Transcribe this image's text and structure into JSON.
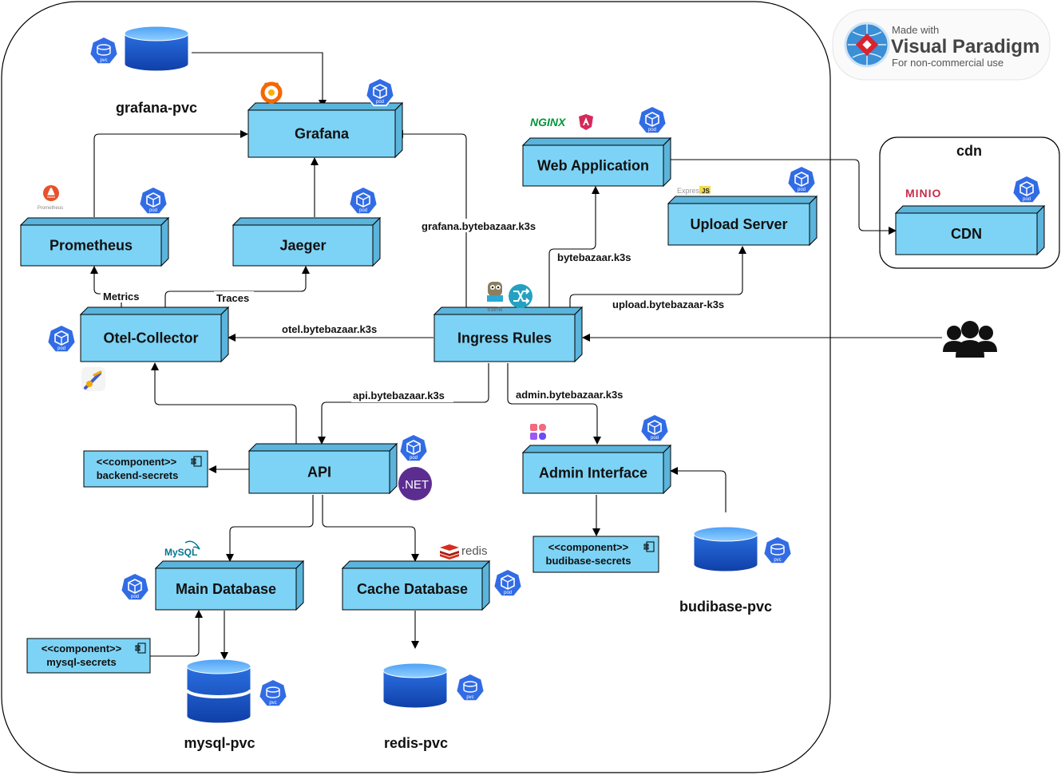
{
  "watermark": {
    "made_with": "Made with",
    "brand": "Visual Paradigm",
    "note": "For non-commercial use"
  },
  "groups": {
    "cdn": "cdn"
  },
  "nodes": {
    "grafana": "Grafana",
    "prometheus": "Prometheus",
    "jaeger": "Jaeger",
    "otel": "Otel-Collector",
    "ingress": "Ingress Rules",
    "web_app": "Web Application",
    "upload": "Upload Server",
    "cdn": "CDN",
    "api": "API",
    "admin": "Admin Interface",
    "main_db": "Main Database",
    "cache_db": "Cache Database"
  },
  "storage": {
    "grafana_pvc": "grafana-pvc",
    "mysql_pvc": "mysql-pvc",
    "redis_pvc": "redis-pvc",
    "budibase_pvc": "budibase-pvc"
  },
  "components": {
    "stereotype": "<<component>>",
    "backend": "backend-secrets",
    "budibase": "budibase-secrets",
    "mysql": "mysql-secrets"
  },
  "edges": {
    "metrics": "Metrics",
    "traces": "Traces",
    "grafana_host": "grafana.bytebazaar.k3s",
    "web_host": "bytebazaar.k3s",
    "upload_host": "upload.bytebazaar-k3s",
    "otel_host": "otel.bytebazaar.k3s",
    "api_host": "api.bytebazaar.k3s",
    "admin_host": "admin.bytebazaar.k3s"
  },
  "badges": {
    "pod": "pod",
    "pvc": "pvc"
  },
  "logos": {
    "prometheus": "Prometheus",
    "nginx": "NGINX",
    "express": "Express",
    "express_js": "JS",
    "minio": "MINIO",
    "dotnet": ".NET",
    "mysql": "MySQL",
    "redis": "redis",
    "traefik": "traefik"
  },
  "colors": {
    "node_fill": "#7DD3F5",
    "node_side": "#5BB4DB",
    "cylinder": "#1E5FD4",
    "k8s_blue": "#326CE5"
  }
}
